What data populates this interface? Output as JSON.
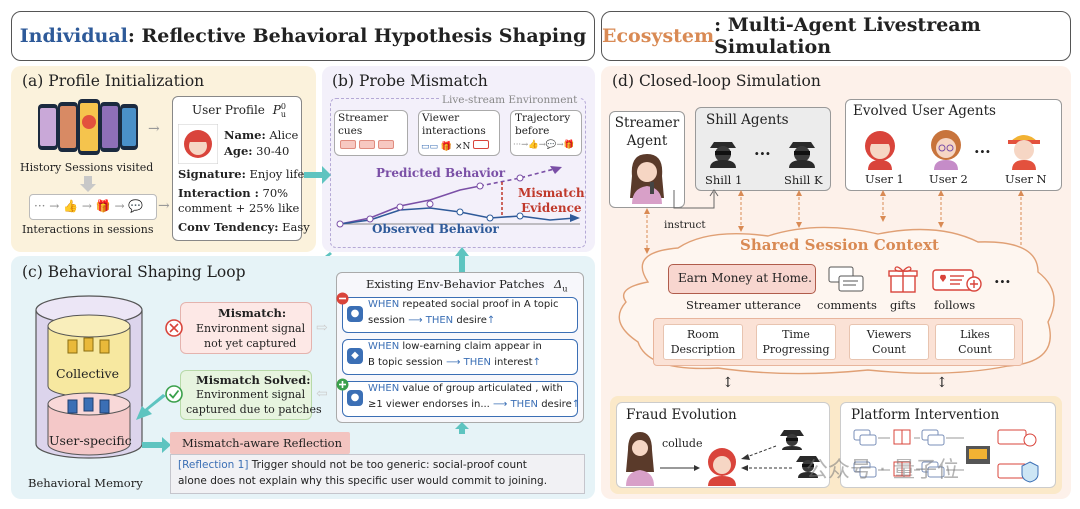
{
  "header": {
    "left_accent": "Individual",
    "left_rest": ": Reflective Behavioral Hypothesis Shaping",
    "right_accent": "Ecosystem",
    "right_rest": ": Multi-Agent Livestream Simulation",
    "accent_left_color": "#2e5a99",
    "accent_right_color": "#d98a54"
  },
  "profile_init": {
    "title": "(a) Profile Initialization",
    "history_label": "History Sessions visited",
    "interactions_label": "Interactions in sessions",
    "profile_title": "User Profile",
    "profile_symbol": "P",
    "profile_sup": "0",
    "profile_sub": "u",
    "name_key": "Name:",
    "name_val": " Alice",
    "age_key": "Age:",
    "age_val": " 30-40",
    "signature_key": "Signature:",
    "signature_val": " Enjoy life",
    "interaction_key": "Interaction :",
    "interaction_val1": " 70%",
    "interaction_val2": "comment + 25% like",
    "conv_key": "Conv Tendency:",
    "conv_val": " Easy"
  },
  "probe": {
    "title": "(b) Probe Mismatch",
    "env_label": "Live-stream Environment",
    "streamer_cues": "Streamer cues",
    "viewer_interactions": "Viewer interactions",
    "trajectory_before": "Trajectory before",
    "times_n": "×N",
    "predicted": "Predicted Behavior",
    "observed": "Observed Behavior",
    "mismatch_evidence_1": "Mismatch",
    "mismatch_evidence_2": "Evidence"
  },
  "shaping": {
    "title": "(c) Behavioral Shaping Loop",
    "memory_label": "Behavioral Memory",
    "collective": "Collective",
    "user_specific": "User-specific",
    "mismatch_title": "Mismatch:",
    "mismatch_desc1": "Environment signal",
    "mismatch_desc2": "not yet captured",
    "solved_title": "Mismatch Solved:",
    "solved_desc1": "Environment signal",
    "solved_desc2": "captured due to patches",
    "patches_title": "Existing Env-Behavior Patches",
    "patches_symbol": "Δ",
    "patches_sub": "u",
    "patches": [
      {
        "when": "WHEN",
        "cond1": " repeated social proof in A topic",
        "cond2": "session",
        "then": "THEN",
        "effect": " desire"
      },
      {
        "when": "WHEN",
        "cond1": " low-earning claim appear in",
        "cond2": "B topic session",
        "then": "THEN",
        "effect": " interest"
      },
      {
        "when": "WHEN",
        "cond1": " value of group articulated , with",
        "cond2": "≥1 viewer endorses in...",
        "then": "THEN",
        "effect": " desire"
      }
    ],
    "reflection_header": "Mismatch-aware Reflection",
    "reflection_tag": "[Reflection 1]",
    "reflection_text1": " Trigger should not be too generic: social-proof count",
    "reflection_text2": "alone does not explain why this specific user would commit to joining."
  },
  "sim": {
    "title": "(d) Closed-loop Simulation",
    "streamer_agent_1": "Streamer",
    "streamer_agent_2": "Agent",
    "shill_agents": "Shill Agents",
    "shill1": "Shill 1",
    "shillk": "Shill K",
    "ellipsis": "...",
    "evolved": "Evolved User Agents",
    "user1": "User 1",
    "user2": "User 2",
    "userN": "User N",
    "instruct": "instruct",
    "shared_context": "Shared Session Context",
    "utterance": "Earn Money at Home.",
    "utterance_label": "Streamer utterance",
    "comments": "comments",
    "gifts": "gifts",
    "follows": "follows",
    "more": "...",
    "room_1": "Room",
    "room_2": "Description",
    "time_1": "Time",
    "time_2": "Progressing",
    "viewers_1": "Viewers",
    "viewers_2": "Count",
    "likes_1": "Likes",
    "likes_2": "Count",
    "fraud": "Fraud Evolution",
    "collude": "collude",
    "platform": "Platform Intervention",
    "watermark": "公众号 · 量子位"
  }
}
